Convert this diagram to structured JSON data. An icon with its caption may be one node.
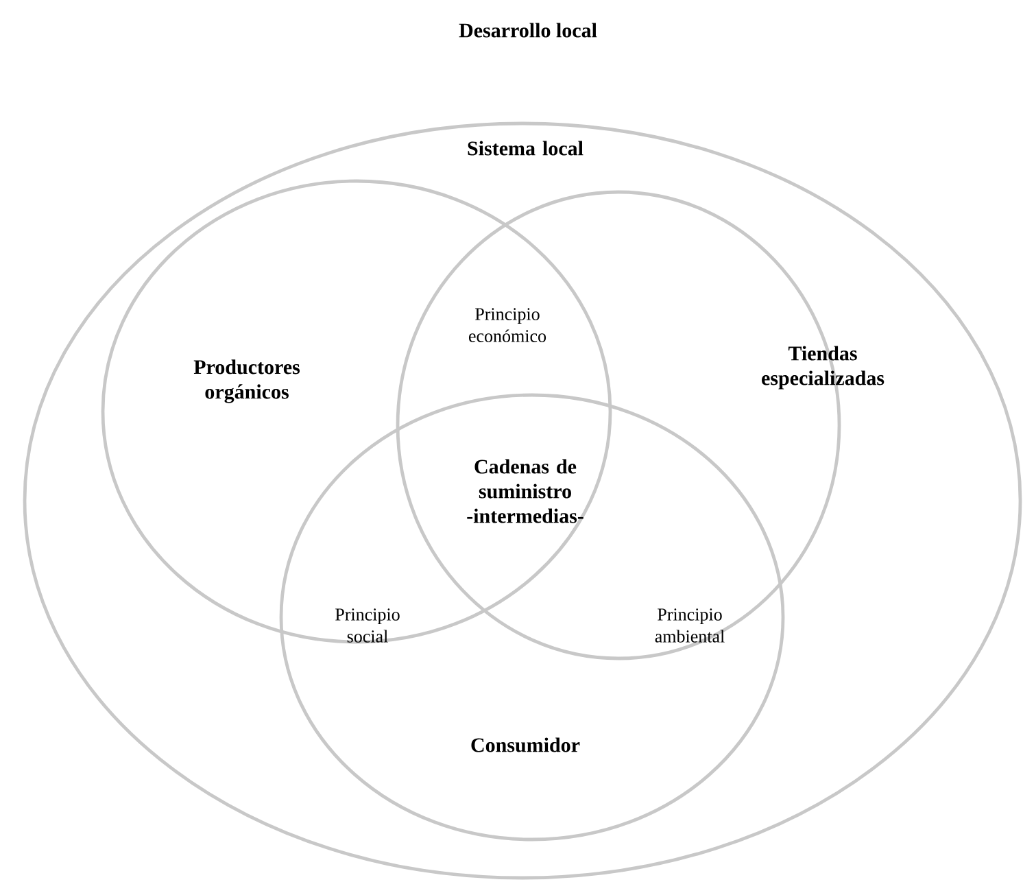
{
  "diagram": {
    "title": "Desarrollo local",
    "nodes": [
      {
        "text": [
          "Sistema local"
        ]
      },
      {
        "text": [
          "Productores orgánicos"
        ],
        "in": 0
      },
      {
        "text": [
          "Tiendas especializadas"
        ],
        "in": 0
      },
      {
        "text": [
          "Consumidor"
        ],
        "in": 0
      }
    ],
    "edges": [],
    "labels": [
      "Principio económico",
      "Cadenas de suministro -intermedias-",
      "Principio social",
      "Principio ambiental"
    ]
  }
}
